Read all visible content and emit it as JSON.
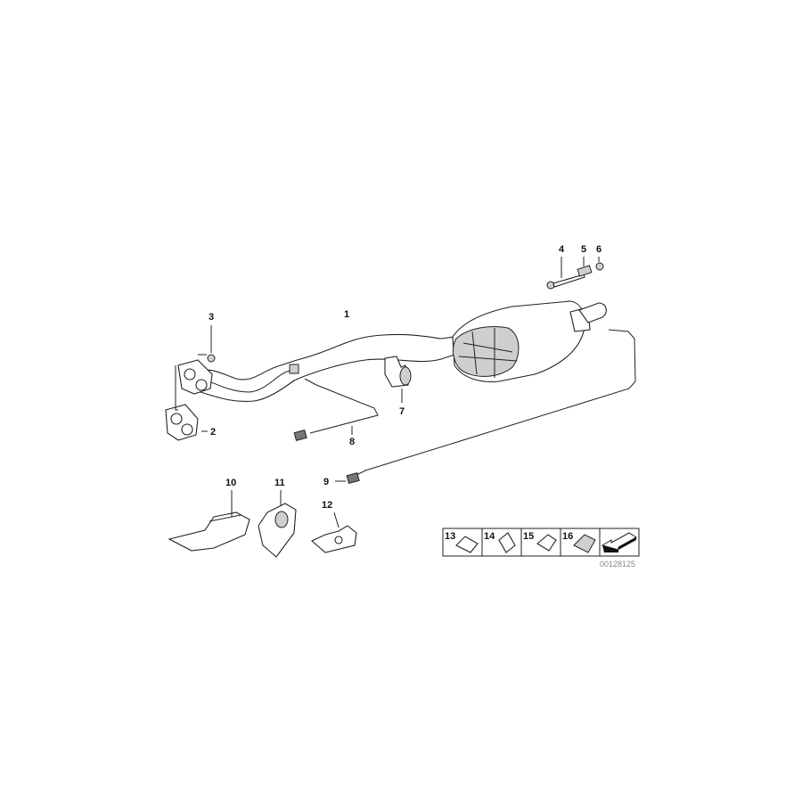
{
  "diagram": {
    "callouts": [
      {
        "number": "1",
        "part": "front-pipe-with-catalytic-converter"
      },
      {
        "number": "2",
        "part": "gasket"
      },
      {
        "number": "3",
        "part": "nut"
      },
      {
        "number": "4",
        "part": "bolt"
      },
      {
        "number": "5",
        "part": "spring"
      },
      {
        "number": "6",
        "part": "nut"
      },
      {
        "number": "7",
        "part": "clamp"
      },
      {
        "number": "8",
        "part": "oxygen-sensor-front"
      },
      {
        "number": "9",
        "part": "oxygen-sensor-rear"
      },
      {
        "number": "10",
        "part": "bracket"
      },
      {
        "number": "11",
        "part": "holder"
      },
      {
        "number": "12",
        "part": "clip"
      }
    ],
    "legend_box": [
      {
        "number": "13"
      },
      {
        "number": "14"
      },
      {
        "number": "15"
      },
      {
        "number": "16"
      }
    ],
    "catalog_number": "00128125"
  }
}
